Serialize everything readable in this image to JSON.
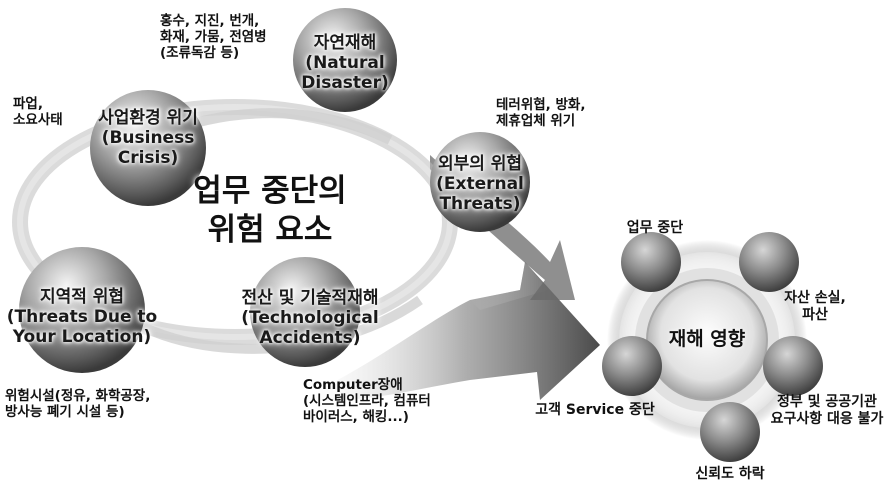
{
  "center_title": "업무 중단의\n위험 요소",
  "nodes": {
    "natural": "자연재해\n(Natural\nDisaster)",
    "business": "사업환경 위기\n(Business\nCrisis)",
    "external": "외부의 위협\n(External\nThreats)",
    "location": "지역적 위협\n(Threats Due to\nYour Location)",
    "tech": "전산 및 기술적재해\n(Technological\nAccidents)"
  },
  "examples": {
    "natural": "홍수, 지진, 번개,\n화재, 가뭄, 전염병\n(조류독감 등)",
    "business": "파업,\n소요사태",
    "external": "테러위협, 방화,\n제휴업체 위기",
    "location": "위험시설(정유, 화학공장,\n방사능 폐기 시설 등)",
    "tech": "Computer장애\n(시스템인프라, 컴퓨터\n바이러스, 해킹...)"
  },
  "impact": {
    "center": "재해 영향",
    "items": [
      "업무 중단",
      "자산 손실,\n파산",
      "정부 및 공공기관\n요구사항 대응 불가",
      "신뢰도 하락",
      "고객 Service 중단"
    ]
  },
  "colors": {
    "sphere_light": "#f4f4f4",
    "sphere_mid": "#9a9a9a",
    "sphere_dark": "#4a4a4a",
    "ring": "#c8c8c8",
    "arrow": "#5a5a5a"
  }
}
